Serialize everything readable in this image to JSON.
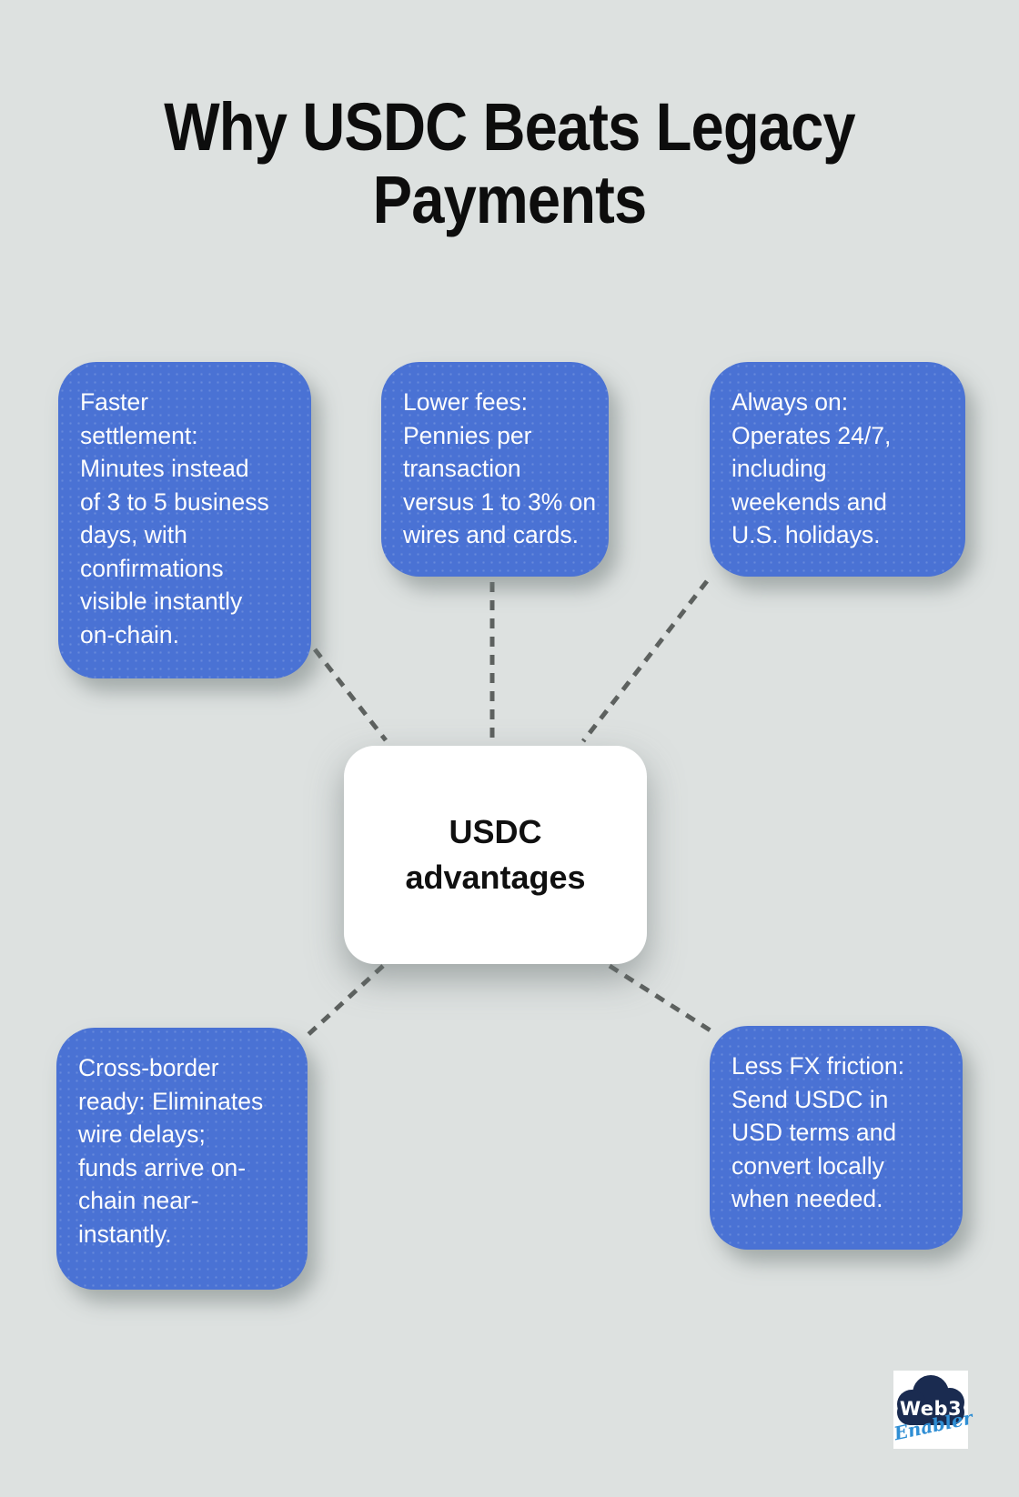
{
  "title": "Why USDC Beats Legacy\nPayments",
  "center": {
    "label": "USDC\nadvantages"
  },
  "nodes": [
    {
      "id": "faster-settlement",
      "text": "Faster\nsettlement:\nMinutes instead\nof 3 to 5 business\ndays, with\nconfirmations\nvisible instantly\non-chain."
    },
    {
      "id": "lower-fees",
      "text": "Lower fees:\nPennies per\ntransaction\nversus 1 to 3% on\nwires and cards."
    },
    {
      "id": "always-on",
      "text": "Always on:\nOperates 24/7,\nincluding\nweekends and\nU.S. holidays."
    },
    {
      "id": "cross-border-ready",
      "text": "Cross-border\nready: Eliminates\nwire delays;\nfunds arrive on-\nchain near-\ninstantly."
    },
    {
      "id": "less-fx-friction",
      "text": "Less FX friction:\nSend USDC in\nUSD terms and\nconvert locally\nwhen needed."
    }
  ],
  "logo": {
    "line1": "Web3",
    "line2": "Enabler"
  },
  "colors": {
    "canvas": "#dde1e0",
    "node_fill": "#4a72d4",
    "node_text": "#fdfdfd",
    "center_fill": "#ffffff",
    "connector": "#5d615f",
    "logo_navy": "#1a2b50",
    "logo_blue": "#2f8ed4"
  }
}
